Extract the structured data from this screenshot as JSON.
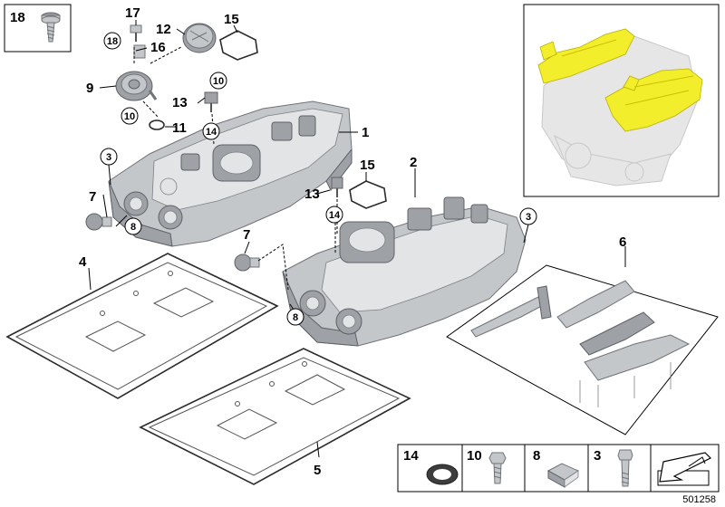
{
  "callouts": {
    "c1": "1",
    "c2": "2",
    "c3a": "3",
    "c3b": "3",
    "c4": "4",
    "c5": "5",
    "c6": "6",
    "c7a": "7",
    "c7b": "7",
    "c8a": "8",
    "c8b": "8",
    "c9": "9",
    "c10a": "10",
    "c10b": "10",
    "c11": "11",
    "c12": "12",
    "c13a": "13",
    "c13b": "13",
    "c14a": "14",
    "c14b": "14",
    "c15a": "15",
    "c15b": "15",
    "c16": "16",
    "c17": "17",
    "c18a": "18",
    "c18b": "18"
  },
  "legend": {
    "items": [
      {
        "label": "14",
        "icon": "o-ring-icon"
      },
      {
        "label": "10",
        "icon": "hex-bolt-icon"
      },
      {
        "label": "8",
        "icon": "clip-nut-icon"
      },
      {
        "label": "3",
        "icon": "long-bolt-icon"
      }
    ],
    "direction_icon": "direction-arrow-icon"
  },
  "part_code": "501258",
  "highlight_color": "#f3ee2c"
}
